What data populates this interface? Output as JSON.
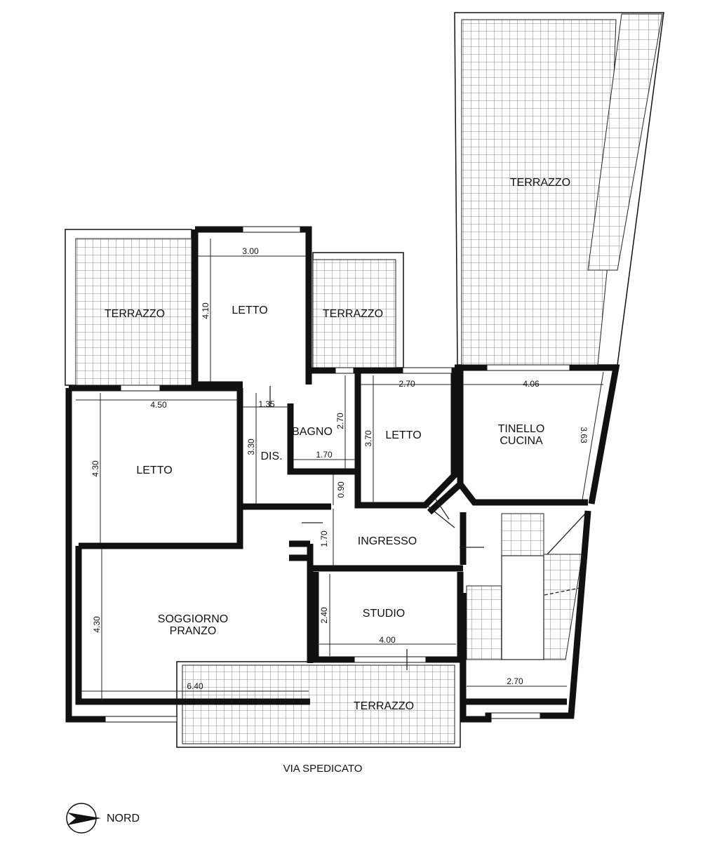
{
  "rooms": {
    "terrazzo_ne": "TERRAZZO",
    "terrazzo_nw": "TERRAZZO",
    "terrazzo_mid": "TERRAZZO",
    "terrazzo_south": "TERRAZZO",
    "letto_top": "LETTO",
    "letto_left": "LETTO",
    "letto_mid": "LETTO",
    "bagno": "BAGNO",
    "dis": "DIS.",
    "tinello_line1": "TINELLO",
    "tinello_line2": "CUCINA",
    "ingresso": "INGRESSO",
    "studio": "STUDIO",
    "soggiorno_line1": "SOGGIORNO",
    "soggiorno_line2": "PRANZO"
  },
  "dimensions": {
    "letto_top_w": "3.00",
    "letto_top_h": "4.10",
    "letto_left_w": "4.50",
    "letto_left_h": "4.30",
    "dis_w": "1.35",
    "dis_h": "3.30",
    "bagno_w": "1.70",
    "bagno_h": "2.70",
    "letto_mid_w": "2.70",
    "letto_mid_h": "3.70",
    "tinello_w": "4.06",
    "tinello_h": "3.63",
    "corridor_h": "0.90",
    "ingresso_h": "1.70",
    "studio_h": "2.40",
    "studio_w": "4.00",
    "soggiorno_h": "4.30",
    "soggiorno_w": "6.40",
    "stair_w": "2.70"
  },
  "street": "VIA SPEDICATO",
  "compass": "NORD",
  "colors": {
    "line": "#111111",
    "grid": "#555555",
    "background": "#ffffff"
  }
}
